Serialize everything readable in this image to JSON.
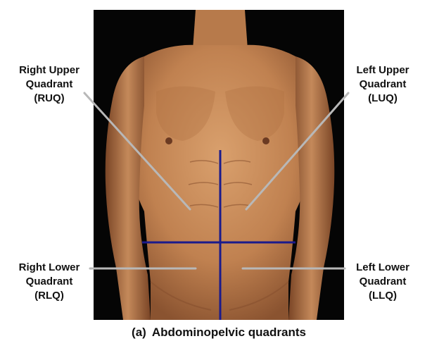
{
  "figure": {
    "quadrants": [
      {
        "id": "ruq",
        "name_line1": "Right Upper",
        "name_line2": "Quadrant",
        "abbr": "(RUQ)"
      },
      {
        "id": "luq",
        "name_line1": "Left Upper",
        "name_line2": "Quadrant",
        "abbr": "(LUQ)"
      },
      {
        "id": "rlq",
        "name_line1": "Right Lower",
        "name_line2": "Quadrant",
        "abbr": "(RLQ)"
      },
      {
        "id": "llq",
        "name_line1": "Left Lower",
        "name_line2": "Quadrant",
        "abbr": "(LLQ)"
      }
    ],
    "caption": {
      "tag": "(a)",
      "text": "Abdominopelvic quadrants"
    },
    "colors": {
      "divider_lines": "#1a1a8c",
      "skin": "#c98a5a",
      "skin_shadow": "#8f5530",
      "background_panel": "#050505",
      "leader_lines": "#b8b8b8"
    }
  }
}
